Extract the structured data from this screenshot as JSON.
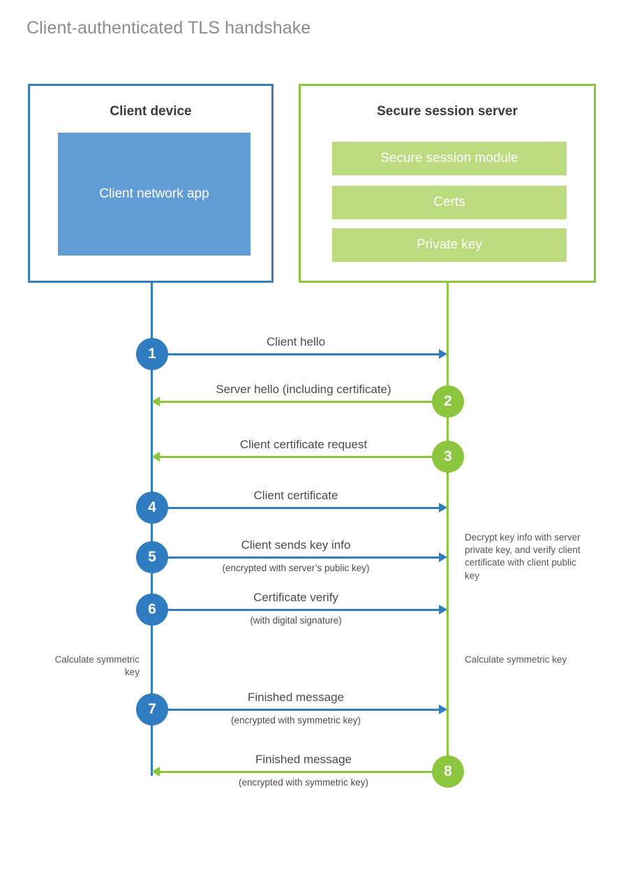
{
  "diagram": {
    "title": "Client-authenticated TLS handshake",
    "colors": {
      "client_blue": "#2f7dc0",
      "client_app_fill": "#629cd4",
      "server_green": "#8cc63e",
      "server_bar_fill": "#bcdb7e",
      "title_gray": "#8c8c8c",
      "text_gray": "#4b4b4b"
    }
  },
  "actors": {
    "client": {
      "title": "Client device",
      "app_label": "Client network app"
    },
    "server": {
      "title": "Secure session server",
      "components": [
        "Secure session module",
        "Certs",
        "Private key"
      ]
    }
  },
  "steps": [
    {
      "number": "1",
      "label": "Client hello",
      "sub": "",
      "direction": "client-to-server"
    },
    {
      "number": "2",
      "label": "Server hello (including certificate)",
      "sub": "",
      "direction": "server-to-client"
    },
    {
      "number": "3",
      "label": "Client certificate request",
      "sub": "",
      "direction": "server-to-client"
    },
    {
      "number": "4",
      "label": "Client certificate",
      "sub": "",
      "direction": "client-to-server"
    },
    {
      "number": "5",
      "label": "Client sends key info",
      "sub": "(encrypted with server’s public key)",
      "direction": "client-to-server"
    },
    {
      "number": "6",
      "label": "Certificate verify",
      "sub": "(with digital signature)",
      "direction": "client-to-server"
    },
    {
      "number": "7",
      "label": "Finished message",
      "sub": "(encrypted with symmetric key)",
      "direction": "client-to-server"
    },
    {
      "number": "8",
      "label": "Finished message",
      "sub": "(encrypted with symmetric key)",
      "direction": "server-to-client"
    }
  ],
  "notes": {
    "decrypt": "Decrypt key info with server private key, and verify client certificate with client public key",
    "calculate_client": "Calculate symmetric key",
    "calculate_server": "Calculate symmetric key"
  }
}
